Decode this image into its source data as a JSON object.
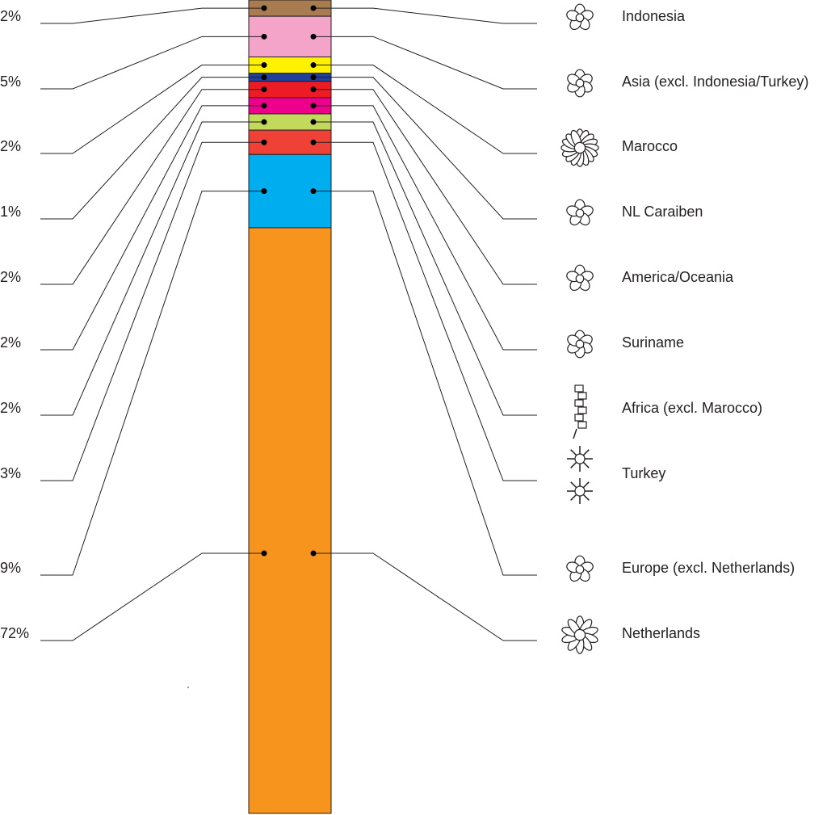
{
  "chart_data": {
    "type": "bar",
    "stacked": true,
    "orientation": "vertical",
    "title": "",
    "categories": [
      "Indonesia",
      "Asia (excl. Indonesia/Turkey)",
      "Marocco",
      "NL Caraiben",
      "America/Oceania",
      "Suriname",
      "Africa (excl. Marocco)",
      "Turkey",
      "Europe (excl. Netherlands)",
      "Netherlands"
    ],
    "values": [
      2,
      5,
      2,
      1,
      2,
      2,
      2,
      3,
      9,
      72
    ],
    "value_labels": [
      "2%",
      "5%",
      "2%",
      "1%",
      "2%",
      "2%",
      "2%",
      "3%",
      "9%",
      "72%"
    ],
    "colors": [
      "#a97c50",
      "#f4a4c9",
      "#fff200",
      "#21409a",
      "#ed1c24",
      "#ec008c",
      "#c2d95b",
      "#ef4136",
      "#00aeef",
      "#f7941d"
    ],
    "icons": [
      "orchid-flower-icon",
      "aster-flower-icon",
      "sunflower-icon",
      "small-star-flower-icon",
      "rose-flower-icon",
      "star-lily-icon",
      "flower-stalk-icon",
      "spider-flower-icon",
      "five-petal-flower-icon",
      "daisy-flower-icon"
    ],
    "unit": "%",
    "ylim": [
      0,
      100
    ]
  }
}
